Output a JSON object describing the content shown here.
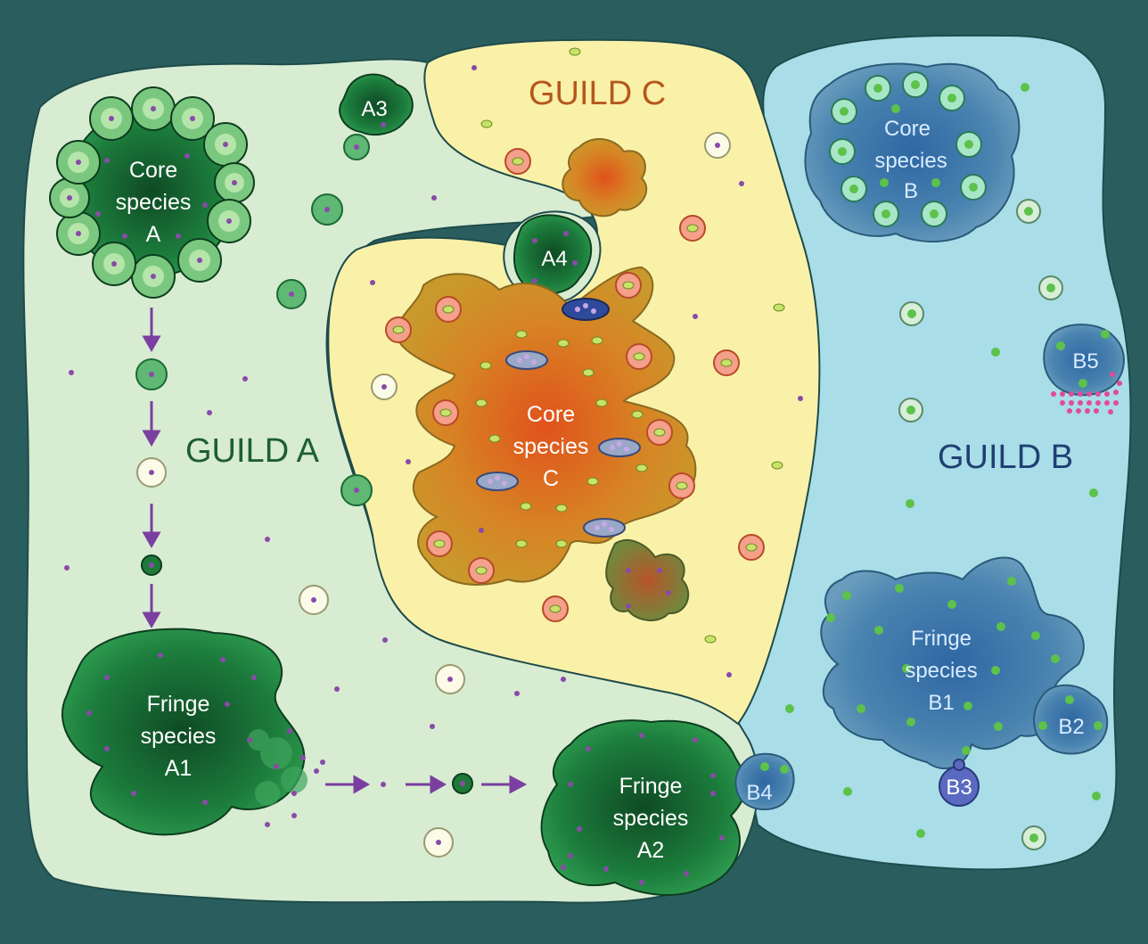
{
  "guilds": {
    "a": {
      "label": "GUILD A",
      "color": "#1d5e35"
    },
    "b": {
      "label": "GUILD B",
      "color": "#1f3f73"
    },
    "c": {
      "label": "GUILD C",
      "color": "#b5581e"
    }
  },
  "species": {
    "core_a": [
      "Core",
      "species",
      "A"
    ],
    "core_b": [
      "Core",
      "species",
      "B"
    ],
    "core_c": [
      "Core",
      "species",
      "C"
    ],
    "fringe_a1": [
      "Fringe",
      "species",
      "A1"
    ],
    "fringe_a2": [
      "Fringe",
      "species",
      "A2"
    ],
    "fringe_b1": [
      "Fringe",
      "species",
      "B1"
    ]
  },
  "small_clusters": {
    "a3": "A3",
    "a4": "A4",
    "b2": "B2",
    "b3": "B3",
    "b4": "B4",
    "b5": "B5"
  },
  "colors": {
    "background": "#2a5e5e",
    "guild_a_region": "#d8ecd2",
    "guild_b_region": "#a9dde8",
    "guild_c_region": "#faf1a8",
    "green_species": "#1a7a3a",
    "orange_species": "#d4781e",
    "blue_species": "#4d83ad",
    "arrow": "#7a3fa0"
  }
}
